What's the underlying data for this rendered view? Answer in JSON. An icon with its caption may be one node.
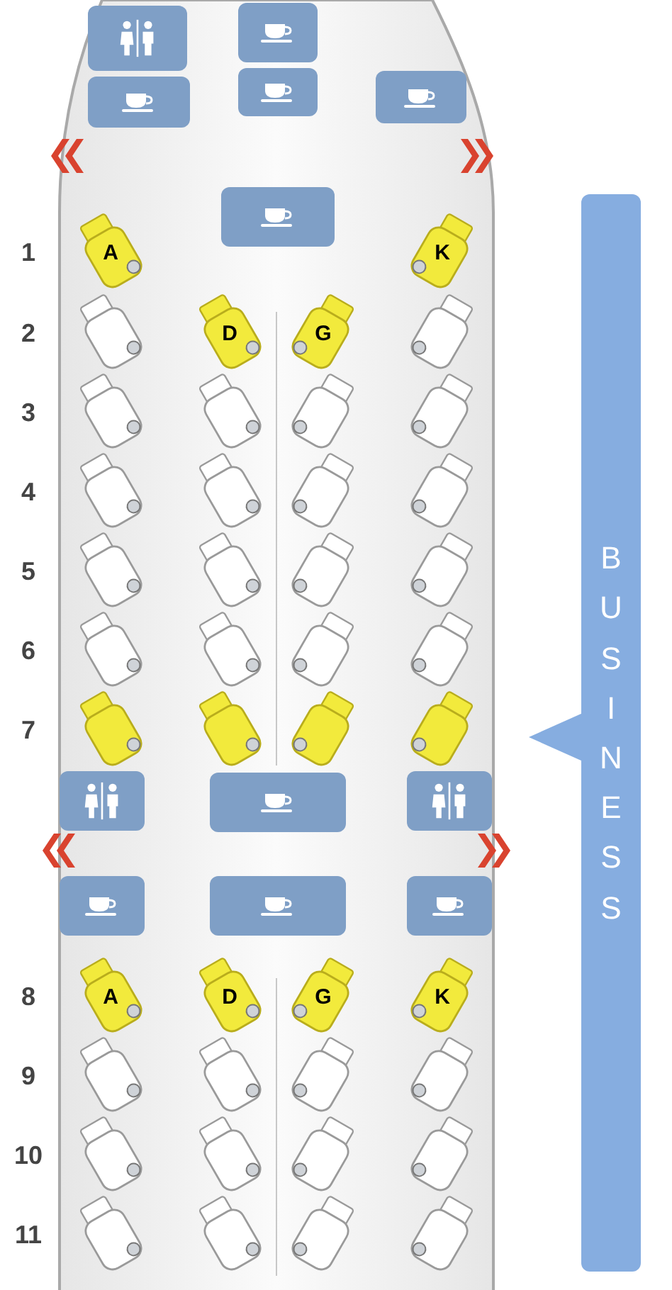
{
  "diagram": {
    "nodes": [
      {
        "text": [
          "A"
        ]
      },
      {
        "text": [
          "K"
        ]
      },
      {
        "text": [],
        "shape": "seat"
      },
      {
        "text": [
          "D"
        ]
      },
      {
        "text": [
          "G"
        ]
      },
      {
        "text": [],
        "shape": "seat"
      },
      {
        "text": [],
        "shape": "seat"
      },
      {
        "text": [],
        "shape": "seat"
      },
      {
        "text": [],
        "shape": "seat"
      },
      {
        "text": [],
        "shape": "seat"
      },
      {
        "text": [],
        "shape": "seat"
      },
      {
        "text": [],
        "shape": "seat"
      },
      {
        "text": [],
        "shape": "seat"
      },
      {
        "text": [],
        "shape": "seat"
      },
      {
        "text": [],
        "shape": "seat"
      },
      {
        "text": [],
        "shape": "seat"
      },
      {
        "text": [],
        "shape": "seat"
      },
      {
        "text": [],
        "shape": "seat"
      },
      {
        "text": [],
        "shape": "seat"
      },
      {
        "text": [],
        "shape": "seat"
      },
      {
        "text": [],
        "shape": "seat"
      },
      {
        "text": [],
        "shape": "seat"
      },
      {
        "text": [],
        "shape": "seat"
      },
      {
        "text": [],
        "shape": "seat"
      },
      {
        "text": [],
        "shape": "seat"
      },
      {
        "text": [],
        "shape": "seat"
      },
      {
        "text": [
          "A"
        ]
      },
      {
        "text": [
          "D"
        ]
      },
      {
        "text": [
          "G"
        ]
      },
      {
        "text": [
          "K"
        ]
      },
      {
        "text": [],
        "shape": "seat"
      },
      {
        "text": [],
        "shape": "seat"
      },
      {
        "text": [],
        "shape": "seat"
      },
      {
        "text": [],
        "shape": "seat"
      },
      {
        "text": [],
        "shape": "seat"
      },
      {
        "text": [],
        "shape": "seat"
      },
      {
        "text": [],
        "shape": "seat"
      },
      {
        "text": [],
        "shape": "seat"
      },
      {
        "text": [],
        "shape": "seat"
      },
      {
        "text": [],
        "shape": "seat"
      },
      {
        "text": [],
        "shape": "seat"
      },
      {
        "text": [],
        "shape": "seat"
      },
      {
        "text": [
          "BUSINESS"
        ]
      }
    ],
    "labels": [
      "1",
      "2",
      "3",
      "4",
      "5",
      "6",
      "7",
      "8",
      "9",
      "10",
      "11"
    ]
  }
}
